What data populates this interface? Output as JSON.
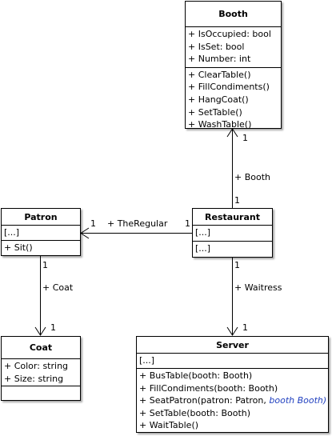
{
  "classes": {
    "booth": {
      "name": "Booth",
      "attributes": [
        "+ IsOccupied: bool",
        "+ IsSet: bool",
        "+ Number: int"
      ],
      "operations": [
        "+ ClearTable()",
        "+ FillCondiments()",
        "+ HangCoat()",
        "+ SetTable()",
        "+ WashTable()"
      ]
    },
    "patron": {
      "name": "Patron",
      "attributes": [
        "[...]"
      ],
      "operations": [
        "+ Sit()"
      ]
    },
    "restaurant": {
      "name": "Restaurant",
      "attributes": [
        "[...]"
      ],
      "operations": [
        "[...]"
      ]
    },
    "coat": {
      "name": "Coat",
      "attributes": [
        "+ Color: string",
        "+ Size: string"
      ],
      "operations": []
    },
    "server": {
      "name": "Server",
      "attributes": [
        "[...]"
      ],
      "operations": [
        "+ BusTable(booth: Booth)",
        "+ FillCondiments(booth: Booth)",
        "+ SeatPatron(patron: Patron, ",
        "+ SetTable(booth: Booth)",
        "+ WaitTable()"
      ],
      "seat_patron_italic": "booth Booth)"
    }
  },
  "associations": {
    "restaurant_booth": {
      "role": "+ Booth",
      "source_mult": "1",
      "target_mult": "1"
    },
    "restaurant_patron": {
      "role": "+ TheRegular",
      "source_mult": "1",
      "target_mult": "1"
    },
    "patron_coat": {
      "role": "+ Coat",
      "source_mult": "1",
      "target_mult": "1"
    },
    "restaurant_server": {
      "role": "+ Waitress",
      "source_mult": "1",
      "target_mult": "1"
    }
  },
  "colors": {
    "italic_param": "#1f3fbf",
    "line": "#000000",
    "background": "#ffffff"
  }
}
